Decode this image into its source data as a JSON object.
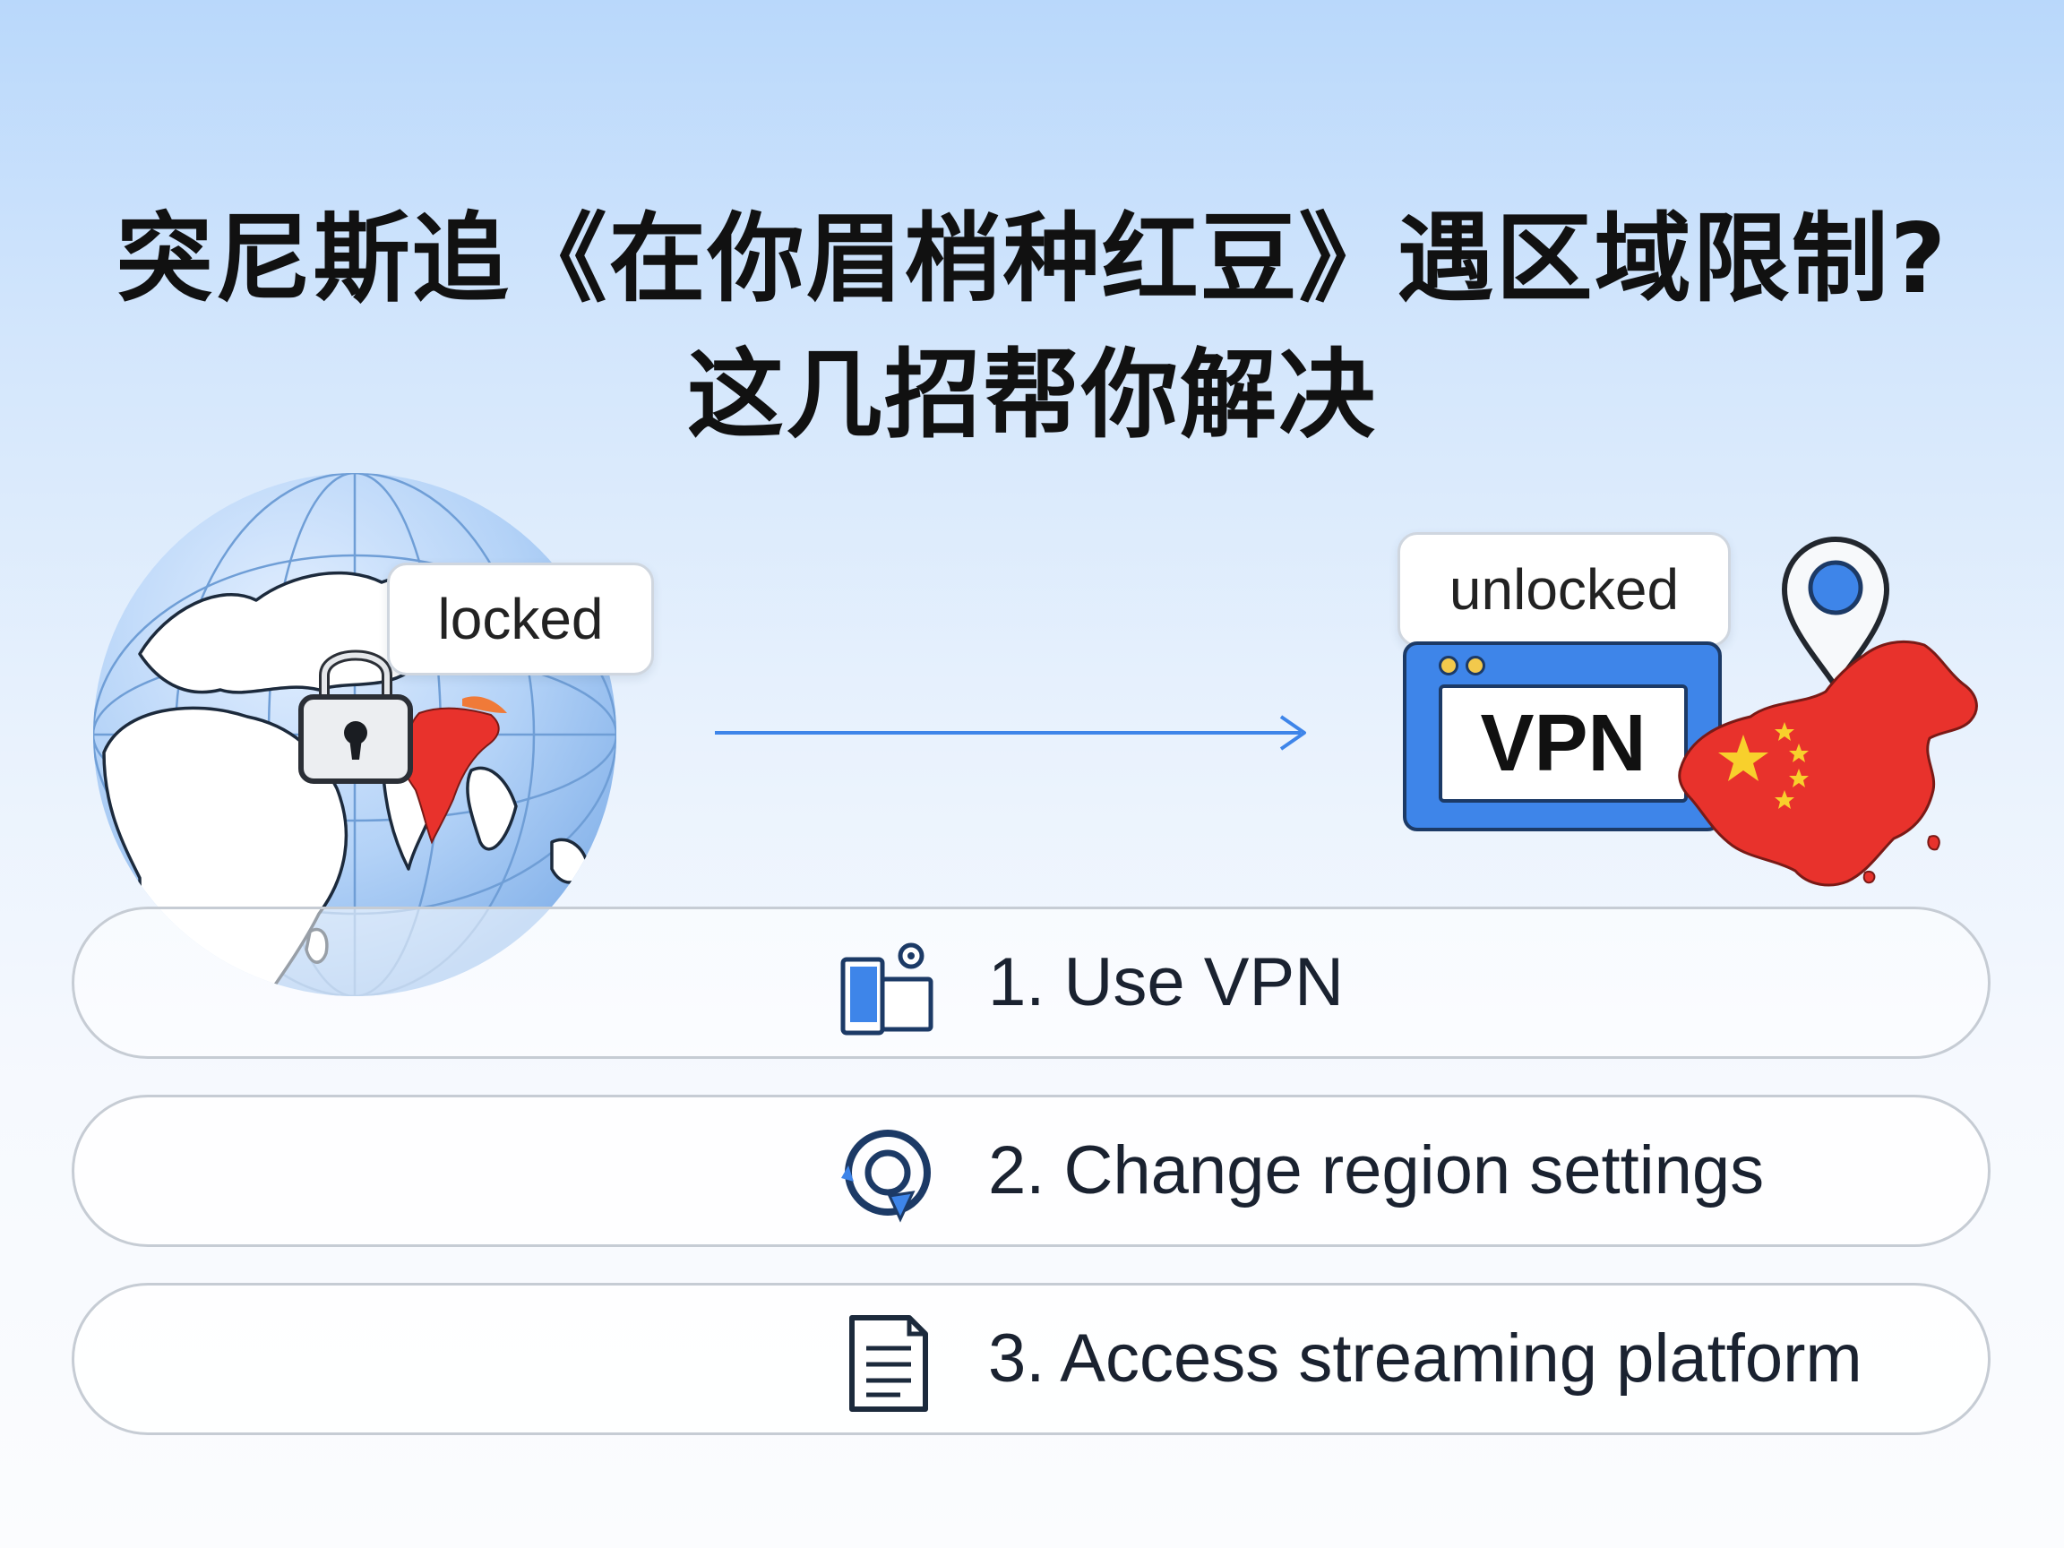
{
  "title": {
    "line1": "突尼斯追《在你眉梢种红豆》遇区域限制?",
    "line2": "这几招帮你解决"
  },
  "illustration": {
    "locked_label": "locked",
    "unlocked_label": "unlocked",
    "vpn_label": "VPN",
    "icons": [
      "globe-icon",
      "padlock-icon",
      "india-map-icon",
      "arrow-right-icon",
      "vpn-window-icon",
      "location-pin-icon",
      "china-map-icon"
    ]
  },
  "steps": [
    {
      "label": "1. Use VPN",
      "icon": "devices-icon"
    },
    {
      "label": "2. Change region settings",
      "icon": "region-refresh-icon"
    },
    {
      "label": "3. Access streaming platform",
      "icon": "document-icon"
    }
  ],
  "colors": {
    "accent_blue": "#3e85e9",
    "dark_navy": "#1c3a66",
    "red": "#e8322c",
    "star_yellow": "#f8d02c"
  }
}
